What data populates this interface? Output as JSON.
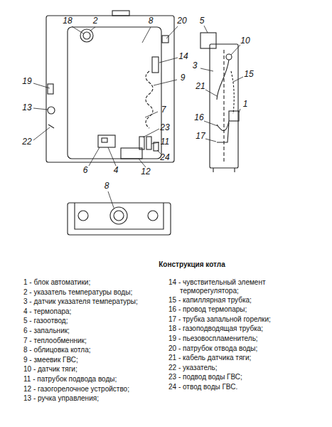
{
  "diagram": {
    "title": "Конструкция котла",
    "labels": [
      "18",
      "2",
      "8",
      "20",
      "14",
      "9",
      "19",
      "13",
      "7",
      "22",
      "23",
      "11",
      "6",
      "4",
      "12",
      "24",
      "5",
      "10",
      "3",
      "15",
      "21",
      "1",
      "16",
      "17",
      "8",
      "1 - блок автоматики;",
      "2 - указатель температуры воды;",
      "3 - датчик указателя температуры;",
      "4 - термопара;",
      "5 - газоотвод;",
      "6 - запальник;",
      "7 - теплообменник;",
      "8 - облицовка котла;",
      "9 - змеевик ГВС;",
      "10 - датчик тяги;",
      "11 - патрубок подвода воды;",
      "12 - газогорелочное устройство;",
      "13 - ручка управления;",
      "14 - чувствительный элемент терморегулятора;",
      "15 - капиллярная трубка;",
      "16 - провод термопары;",
      "17 - трубка запальной горелки;",
      "18 - газоподводящая трубка;",
      "19 - пьезовоспламенитель;",
      "20 - патрубок отвода воды;",
      "21 - кабель датчика тяги;",
      "22 - указатель;",
      "23 - подвод воды ГВС;",
      "24 - отвод воды ГВС."
    ]
  }
}
